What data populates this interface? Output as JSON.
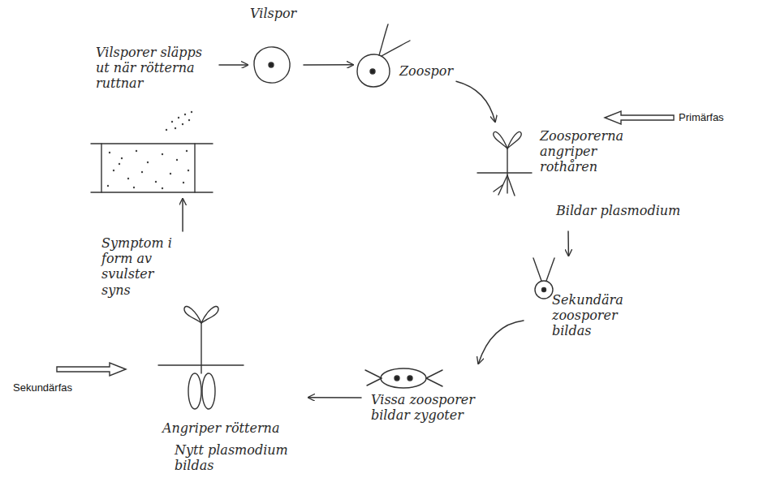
{
  "diagram": {
    "nodes": [
      {
        "text": [
          "Vilspor"
        ]
      },
      {
        "text": [
          "Zoospor"
        ]
      },
      {
        "text": [
          "Zoosporerna angriper rothåren",
          "Bildar plasmodium"
        ]
      },
      {
        "text": [
          "Sekundära zoosporer bildas"
        ]
      },
      {
        "text": [
          "Vissa zoosporer bildar zygoter"
        ]
      },
      {
        "text": [
          "Symptom i form av svulster syns",
          "Angriper rötterna",
          "Nytt plasmodium bildas"
        ]
      },
      {
        "text": [
          "Vilsporer släpps ut när rötterna ruttnar"
        ]
      }
    ],
    "edges": [
      {
        "from": 0,
        "to": 1,
        "arrow": "to"
      },
      {
        "from": 1,
        "to": 2,
        "arrow": "to"
      },
      {
        "from": 2,
        "to": 3,
        "arrow": "to"
      },
      {
        "from": 3,
        "to": 4,
        "arrow": "to"
      },
      {
        "from": 4,
        "to": 5,
        "arrow": "to"
      },
      {
        "from": 5,
        "to": 6,
        "arrow": "to"
      },
      {
        "from": 6,
        "to": 0,
        "arrow": "to"
      }
    ],
    "labels": [
      "Primärfas",
      "Sekundärfas"
    ]
  }
}
